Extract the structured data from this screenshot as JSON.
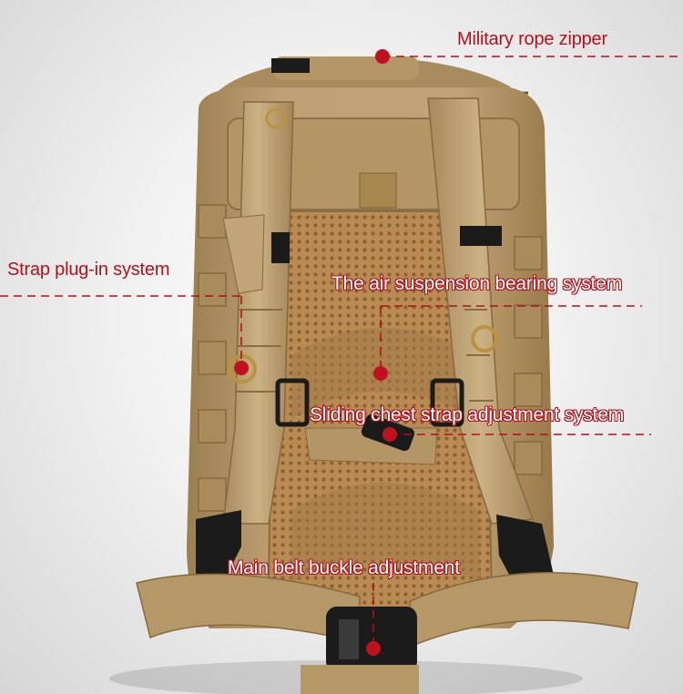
{
  "image": {
    "subject": "tactical-backpack-rear-view",
    "colors": {
      "fabric": "#b99b6a",
      "fabric_dark": "#8a6d43",
      "fabric_light": "#cdb385",
      "mesh": "#b98a52",
      "buckle": "#1b1b1b",
      "accent": "#b3101a"
    }
  },
  "callouts": {
    "zipper": "Military rope zipper",
    "strap": "Strap plug-in system",
    "air": "The air suspension bearing system",
    "chest": "Sliding chest strap adjustment system",
    "belt": "Main belt buckle adjustment"
  }
}
